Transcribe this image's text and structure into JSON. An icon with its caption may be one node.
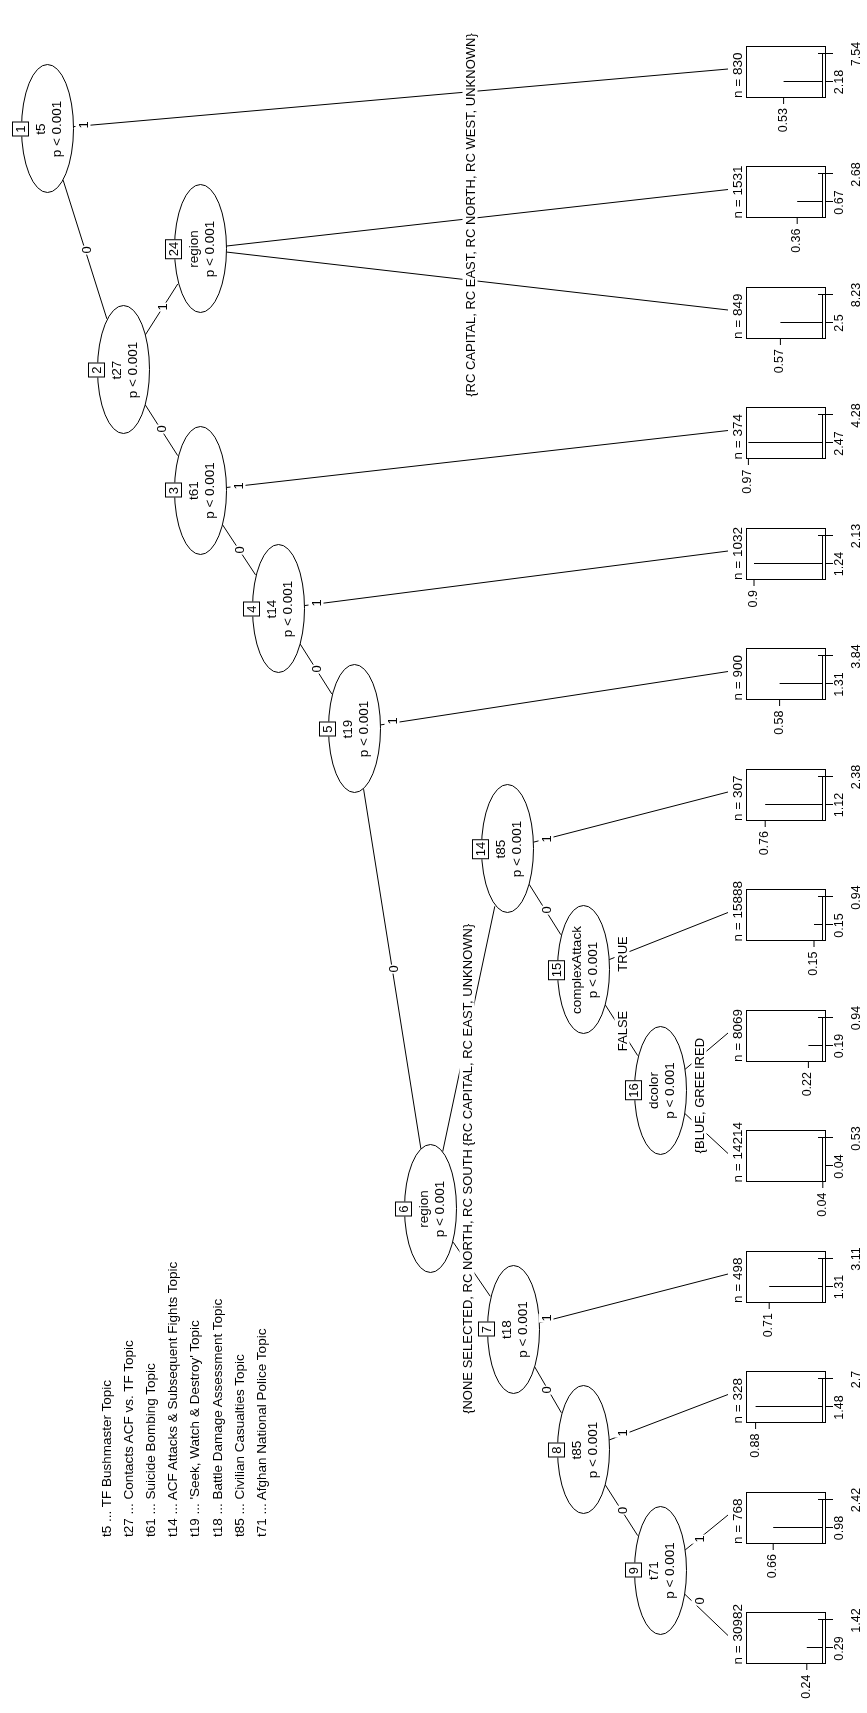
{
  "diagram": {
    "nodes": [
      {
        "text": [
          "1",
          "t5",
          "p < 0.001"
        ]
      },
      {
        "text": [
          "2",
          "t27",
          "p < 0.001"
        ]
      },
      {
        "text": [
          "3",
          "t61",
          "p < 0.001"
        ]
      },
      {
        "text": [
          "4",
          "t14",
          "p < 0.001"
        ]
      },
      {
        "text": [
          "5",
          "t19",
          "p < 0.001"
        ]
      },
      {
        "text": [
          "6",
          "region",
          "p < 0.001"
        ]
      },
      {
        "text": [
          "7",
          "t18",
          "p < 0.001"
        ]
      },
      {
        "text": [
          "8",
          "t85",
          "p < 0.001"
        ]
      },
      {
        "text": [
          "9",
          "t71",
          "p < 0.001"
        ]
      },
      {
        "text": [
          "14",
          "t85",
          "p < 0.001"
        ]
      },
      {
        "text": [
          "15",
          "complexAttack",
          "p < 0.001"
        ]
      },
      {
        "text": [
          "16",
          "dcolor",
          "p < 0.001"
        ]
      },
      {
        "text": [
          "24",
          "region",
          "p < 0.001"
        ]
      },
      {
        "text": [
          "n = 830"
        ],
        "beside": [
          "0.53",
          "2.18",
          "7.54"
        ]
      },
      {
        "text": [
          "n = 1531"
        ],
        "beside": [
          "0.36",
          "0.67",
          "2.68"
        ]
      },
      {
        "text": [
          "n = 849"
        ],
        "beside": [
          "0.57",
          "2.5",
          "8.23"
        ]
      },
      {
        "text": [
          "n = 374"
        ],
        "beside": [
          "0.97",
          "2.47",
          "4.28"
        ]
      },
      {
        "text": [
          "n = 1032"
        ],
        "beside": [
          "0.9",
          "1.24",
          "2.13"
        ]
      },
      {
        "text": [
          "n = 900"
        ],
        "beside": [
          "0.58",
          "1.31",
          "3.84"
        ]
      },
      {
        "text": [
          "n = 307"
        ],
        "beside": [
          "0.76",
          "1.12",
          "2.38"
        ]
      },
      {
        "text": [
          "n = 15888"
        ],
        "beside": [
          "0.15",
          "0.15",
          "0.94"
        ]
      },
      {
        "text": [
          "n = 8069"
        ],
        "beside": [
          "0.22",
          "0.19",
          "0.94"
        ]
      },
      {
        "text": [
          "n = 14214"
        ],
        "beside": [
          "0.04",
          "0.04",
          "0.53"
        ]
      },
      {
        "text": [
          "n = 498"
        ],
        "beside": [
          "0.71",
          "1.31",
          "3.11"
        ]
      },
      {
        "text": [
          "n = 328"
        ],
        "beside": [
          "0.88",
          "1.48",
          "2.7"
        ]
      },
      {
        "text": [
          "n = 768"
        ],
        "beside": [
          "0.66",
          "0.98",
          "2.42"
        ]
      },
      {
        "text": [
          "n = 30982"
        ],
        "beside": [
          "0.24",
          "0.29",
          "1.42"
        ]
      }
    ],
    "edges": [
      {
        "from": 0,
        "to": 1,
        "arrow": "none",
        "label": "0"
      },
      {
        "from": 0,
        "to": 13,
        "arrow": "none",
        "label": "1"
      },
      {
        "from": 1,
        "to": 2,
        "arrow": "none",
        "label": "0"
      },
      {
        "from": 1,
        "to": 12,
        "arrow": "none",
        "label": "1"
      },
      {
        "from": 12,
        "to": 14,
        "arrow": "none",
        "label": "{RC CAPITAL, RC EAST, RC NORTH, RC WEST, UNKNOWN}"
      },
      {
        "from": 12,
        "to": 15,
        "arrow": "none"
      },
      {
        "from": 2,
        "to": 3,
        "arrow": "none",
        "label": "0"
      },
      {
        "from": 2,
        "to": 16,
        "arrow": "none",
        "label": "1"
      },
      {
        "from": 3,
        "to": 4,
        "arrow": "none",
        "label": "0"
      },
      {
        "from": 3,
        "to": 17,
        "arrow": "none",
        "label": "1"
      },
      {
        "from": 4,
        "to": 5,
        "arrow": "none",
        "label": "0"
      },
      {
        "from": 4,
        "to": 18,
        "arrow": "none",
        "label": "1"
      },
      {
        "from": 5,
        "to": 6,
        "arrow": "none",
        "label": "{NONE SELECTED, RC NORTH, RC SOUTH"
      },
      {
        "from": 5,
        "to": 9,
        "arrow": "none",
        "label": "{RC CAPITAL, RC EAST, UNKNOWN}"
      },
      {
        "from": 9,
        "to": 10,
        "arrow": "none",
        "label": "0"
      },
      {
        "from": 9,
        "to": 19,
        "arrow": "none",
        "label": "1"
      },
      {
        "from": 10,
        "to": 11,
        "arrow": "none",
        "label": "FALSE"
      },
      {
        "from": 10,
        "to": 20,
        "arrow": "none",
        "label": "TRUE"
      },
      {
        "from": 11,
        "to": 22,
        "arrow": "none",
        "label": "{BLUE, GREE"
      },
      {
        "from": 11,
        "to": 21,
        "arrow": "none",
        "label": "IRED"
      },
      {
        "from": 6,
        "to": 7,
        "arrow": "none",
        "label": "0"
      },
      {
        "from": 6,
        "to": 23,
        "arrow": "none",
        "label": "1"
      },
      {
        "from": 7,
        "to": 8,
        "arrow": "none",
        "label": "0"
      },
      {
        "from": 7,
        "to": 24,
        "arrow": "none",
        "label": "1"
      },
      {
        "from": 8,
        "to": 26,
        "arrow": "none",
        "label": "0"
      },
      {
        "from": 8,
        "to": 25,
        "arrow": "none",
        "label": "1"
      }
    ],
    "labels": [
      "t5 ... TF Bushmaster Topic",
      "t27 ... Contacts ACF vs. TF Topic",
      "t61 ... Suicide Bombing Topic",
      "t14 ... ACF Attacks & Subsequent Fights Topic",
      "t19 ... 'Seek, Watch & Destroy' Topic",
      "t18 ... Battle Damage Assessment Topic",
      "t85 ... Civilian Casualties Topic",
      "t71 ... Afghan National Police Topic"
    ]
  }
}
